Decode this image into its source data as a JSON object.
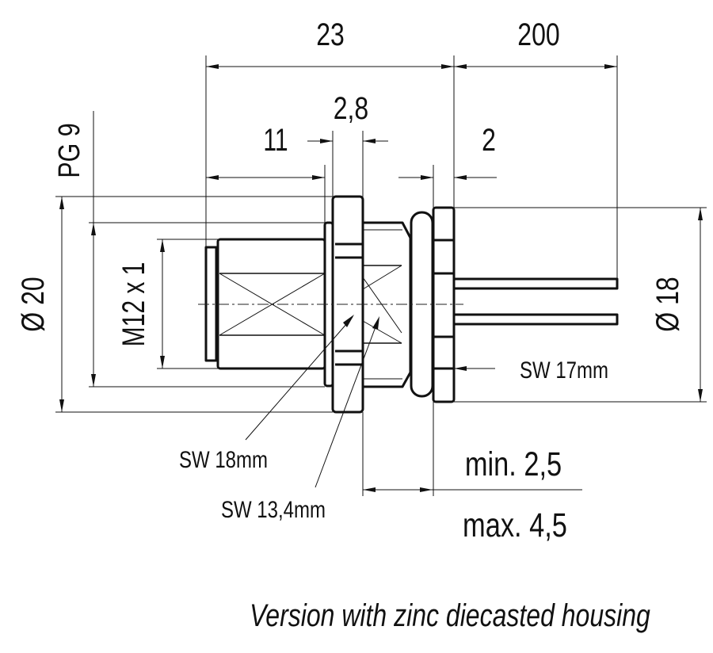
{
  "dimensions": {
    "total_length": "23",
    "lead_length": "200",
    "front_length": "11",
    "flange_thickness": "2,8",
    "nut_thickness": "2",
    "thread_outer": "PG 9",
    "flange_diameter": "Ø 20",
    "front_thread": "M12 x 1",
    "rear_diameter": "Ø 18",
    "panel_min": "min. 2,5",
    "panel_max": "max. 4,5"
  },
  "callouts": {
    "sw18": "SW 18mm",
    "sw134": "SW 13,4mm",
    "sw17": "SW 17mm"
  },
  "caption": "Version with zinc diecasted housing"
}
